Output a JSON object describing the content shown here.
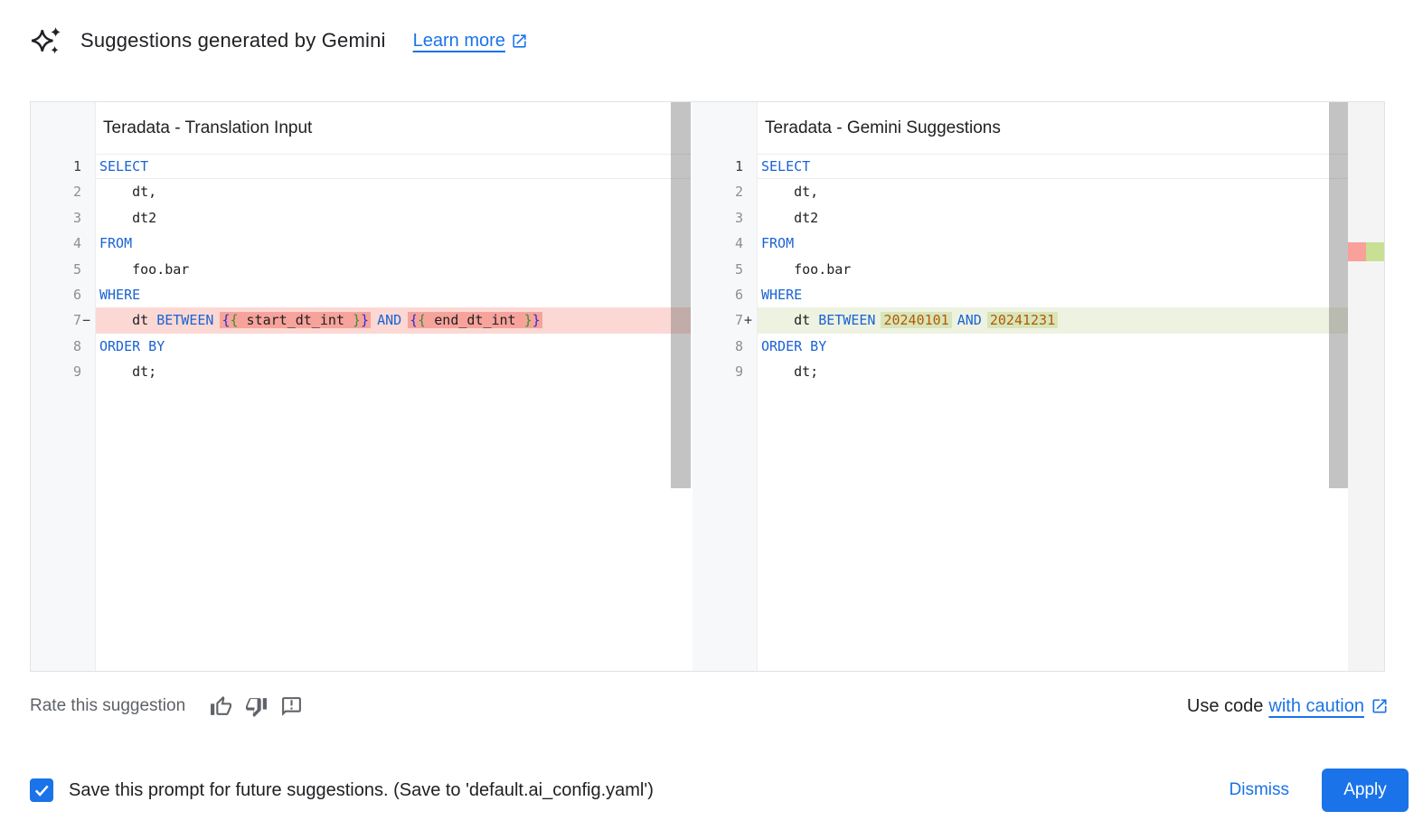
{
  "header": {
    "title": "Suggestions generated by Gemini",
    "learn_more_label": "Learn more"
  },
  "panels": [
    {
      "title": "Teradata - Translation Input",
      "lines": [
        {
          "num": "1",
          "sign": "",
          "current": true,
          "tokens": [
            {
              "t": "SELECT",
              "c": "kw"
            }
          ]
        },
        {
          "num": "2",
          "sign": "",
          "tokens": [
            {
              "t": "    dt,"
            }
          ]
        },
        {
          "num": "3",
          "sign": "",
          "tokens": [
            {
              "t": "    dt2"
            }
          ]
        },
        {
          "num": "4",
          "sign": "",
          "tokens": [
            {
              "t": "FROM",
              "c": "kw"
            }
          ]
        },
        {
          "num": "5",
          "sign": "",
          "tokens": [
            {
              "t": "    foo.bar"
            }
          ]
        },
        {
          "num": "6",
          "sign": "",
          "tokens": [
            {
              "t": "WHERE",
              "c": "kw"
            }
          ]
        },
        {
          "num": "7",
          "sign": "−",
          "diff": "del",
          "tokens": [
            {
              "t": "    dt "
            },
            {
              "t": "BETWEEN",
              "c": "kw"
            },
            {
              "t": " "
            },
            {
              "t": "{",
              "c": "b1",
              "h": true
            },
            {
              "t": "{",
              "c": "b2",
              "h": true
            },
            {
              "t": " start_dt_int ",
              "h": true
            },
            {
              "t": "}",
              "c": "b2",
              "h": true
            },
            {
              "t": "}",
              "c": "b1",
              "h": true
            },
            {
              "t": " "
            },
            {
              "t": "AND",
              "c": "kw"
            },
            {
              "t": " "
            },
            {
              "t": "{",
              "c": "b1",
              "h": true
            },
            {
              "t": "{",
              "c": "b2",
              "h": true
            },
            {
              "t": " end_dt_int ",
              "h": true
            },
            {
              "t": "}",
              "c": "b2",
              "h": true
            },
            {
              "t": "}",
              "c": "b1",
              "h": true
            }
          ]
        },
        {
          "num": "8",
          "sign": "",
          "tokens": [
            {
              "t": "ORDER BY",
              "c": "kw"
            }
          ]
        },
        {
          "num": "9",
          "sign": "",
          "tokens": [
            {
              "t": "    dt;"
            }
          ]
        }
      ]
    },
    {
      "title": "Teradata - Gemini Suggestions",
      "lines": [
        {
          "num": "1",
          "sign": "",
          "current": true,
          "tokens": [
            {
              "t": "SELECT",
              "c": "kw"
            }
          ]
        },
        {
          "num": "2",
          "sign": "",
          "tokens": [
            {
              "t": "    dt,"
            }
          ]
        },
        {
          "num": "3",
          "sign": "",
          "tokens": [
            {
              "t": "    dt2"
            }
          ]
        },
        {
          "num": "4",
          "sign": "",
          "tokens": [
            {
              "t": "FROM",
              "c": "kw"
            }
          ]
        },
        {
          "num": "5",
          "sign": "",
          "tokens": [
            {
              "t": "    foo.bar"
            }
          ]
        },
        {
          "num": "6",
          "sign": "",
          "tokens": [
            {
              "t": "WHERE",
              "c": "kw"
            }
          ]
        },
        {
          "num": "7",
          "sign": "+",
          "diff": "ins",
          "tokens": [
            {
              "t": "    dt "
            },
            {
              "t": "BETWEEN",
              "c": "kw"
            },
            {
              "t": " "
            },
            {
              "t": "20240101",
              "c": "num",
              "h": true
            },
            {
              "t": " "
            },
            {
              "t": "AND",
              "c": "kw"
            },
            {
              "t": " "
            },
            {
              "t": "20241231",
              "c": "num",
              "h": true
            }
          ]
        },
        {
          "num": "8",
          "sign": "",
          "tokens": [
            {
              "t": "ORDER BY",
              "c": "kw"
            }
          ]
        },
        {
          "num": "9",
          "sign": "",
          "tokens": [
            {
              "t": "    dt;"
            }
          ]
        }
      ]
    }
  ],
  "rate": {
    "label": "Rate this suggestion"
  },
  "use_code": {
    "prefix": "Use code",
    "link": "with caution"
  },
  "bottom_bar": {
    "save_label": "Save this prompt for future suggestions. (Save to 'default.ai_config.yaml')",
    "checkbox_checked": true,
    "dismiss_label": "Dismiss",
    "apply_label": "Apply"
  },
  "colors": {
    "accent_blue": "#1a73e8",
    "keyword_blue": "#1a63d2",
    "number_orange": "#b35900",
    "bracket_blue": "#2b2fd4",
    "bracket_green": "#319331",
    "diff_removed_line": "#fbd8d4",
    "diff_removed_char": "#f7a39b",
    "diff_added_line": "#eef2e1",
    "diff_added_char": "#d8e5ba",
    "gutter_gray": "#f7f8f9",
    "muted_text": "#5f6368"
  }
}
